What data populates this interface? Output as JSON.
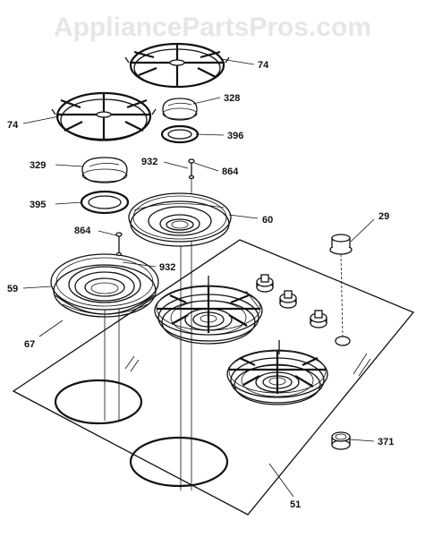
{
  "watermark": "AppliancePartsPros.com",
  "callouts": {
    "c74a": "74",
    "c74b": "74",
    "c328": "328",
    "c396": "396",
    "c932a": "932",
    "c864a": "864",
    "c329": "329",
    "c395": "395",
    "c60": "60",
    "c864b": "864",
    "c932b": "932",
    "c59": "59",
    "c67": "67",
    "c29": "29",
    "c371": "371",
    "c51": "51"
  }
}
